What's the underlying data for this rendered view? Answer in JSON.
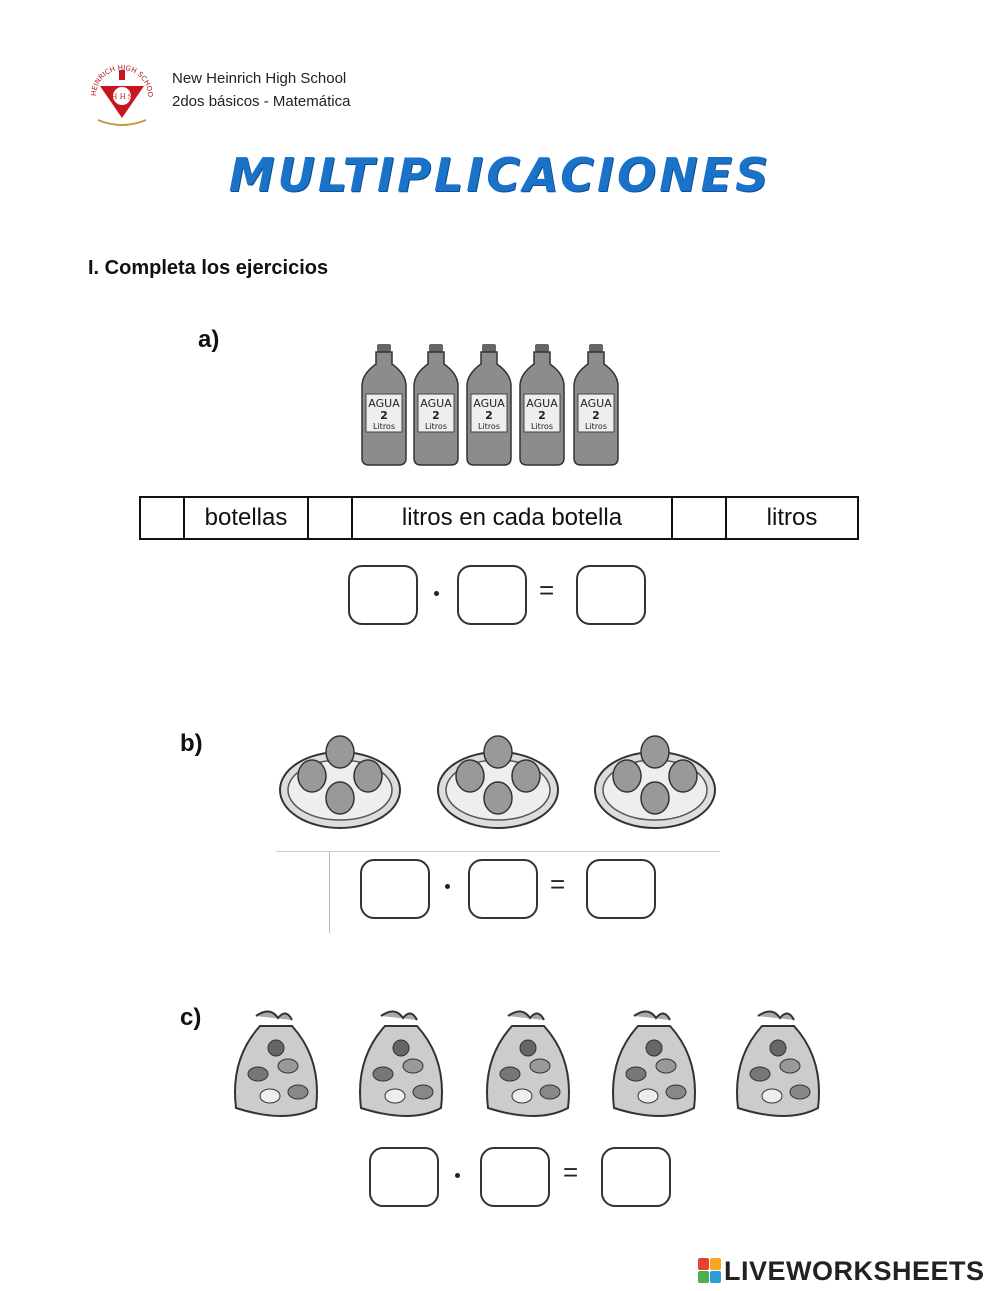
{
  "header": {
    "logo_text_arc": "HEINRICH HIGH SCHOOL",
    "logo_letters": "H H S",
    "school_name": "New Heinrich High School",
    "course": "2dos básicos - Matemática"
  },
  "title": "MULTIPLICACIONES",
  "section": {
    "heading": "I.  Completa los ejercicios"
  },
  "exercises": {
    "a": {
      "label": "a)",
      "bottle_text": "AGUA",
      "bottle_number": "2",
      "bottle_unit": "Litros",
      "table": {
        "cell_1": "botellas",
        "cell_2": "litros en cada botella",
        "cell_3": "litros"
      },
      "multiply_sign": "·",
      "equals_sign": "="
    },
    "b": {
      "label": "b)",
      "multiply_sign": "·",
      "equals_sign": "="
    },
    "c": {
      "label": "c)",
      "multiply_sign": "·",
      "equals_sign": "="
    }
  },
  "footer": {
    "brand": "LIVEWORKSHEETS",
    "brand_colors": [
      "#e8412c",
      "#f5a623",
      "#4caf50",
      "#2d9cdb"
    ]
  }
}
